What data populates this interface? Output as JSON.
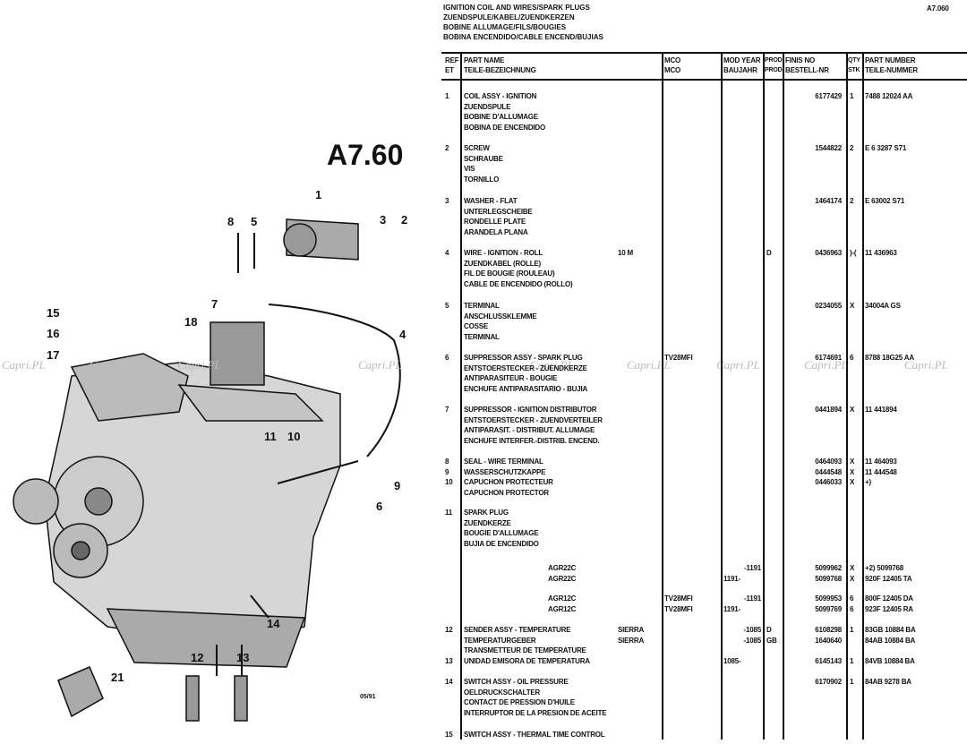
{
  "header": {
    "title_lines": [
      "IGNITION COIL AND WIRES/SPARK PLUGS",
      "ZUENDSPULE/KABEL/ZUENDKERZEN",
      "BOBINE ALLUMAGE/FILS/BOUGIES",
      "BOBINA ENCENDIDO/CABLE ENCEND/BUJIAS"
    ],
    "page_code": "A7.060"
  },
  "diagram": {
    "ref_code": "A7.60",
    "callouts": [
      "1",
      "2",
      "3",
      "4",
      "5",
      "6",
      "7",
      "8",
      "9",
      "10",
      "11",
      "12",
      "13",
      "14",
      "15",
      "16",
      "17",
      "18",
      "21"
    ],
    "watermark": "Capri.PL",
    "stamp": "05/91"
  },
  "columns": {
    "ref": [
      "REF",
      "ET"
    ],
    "name": [
      "PART NAME",
      "TEILE-BEZEICHNUNG"
    ],
    "mco": [
      "MCO",
      "MCO"
    ],
    "year": [
      "MOD YEAR",
      "BAUJAHR"
    ],
    "prod": [
      "PROD",
      "PROD"
    ],
    "fins": [
      "FINIS NO",
      "BESTELL-NR"
    ],
    "qty": [
      "QTY",
      "STK"
    ],
    "pn": [
      "PART NUMBER",
      "TEILE-NUMMER"
    ]
  },
  "entries": [
    {
      "lines": [
        {
          "ref": "1",
          "name": "COIL ASSY - IGNITION",
          "fins": "6177429",
          "qty": "1",
          "pn": "7488 12024 AA"
        },
        {
          "name": "ZUENDSPULE"
        },
        {
          "name": "BOBINE D'ALLUMAGE"
        },
        {
          "name": "BOBINA DE ENCENDIDO"
        }
      ]
    },
    {
      "lines": [
        {
          "ref": "2",
          "name": "SCREW",
          "fins": "1544822",
          "qty": "2",
          "pn": "E 6 3287 S71"
        },
        {
          "name": "SCHRAUBE"
        },
        {
          "name": "VIS"
        },
        {
          "name": "TORNILLO"
        }
      ]
    },
    {
      "lines": [
        {
          "ref": "3",
          "name": "WASHER - FLAT",
          "fins": "1464174",
          "qty": "2",
          "pn": "E 63002 S71"
        },
        {
          "name": "UNTERLEGSCHEIBE"
        },
        {
          "name": "RONDELLE PLATE"
        },
        {
          "name": "ARANDELA PLANA"
        }
      ]
    },
    {
      "lines": [
        {
          "ref": "4",
          "name": "WIRE - IGNITION - ROLL",
          "mco": "10 M",
          "prod": "D",
          "fins": "0436963",
          "qty": ")-(",
          "pn": "11 436963"
        },
        {
          "name": "ZUENDKABEL (ROLLE)"
        },
        {
          "name": "FIL DE BOUGIE (ROULEAU)"
        },
        {
          "name": "CABLE DE ENCENDIDO (ROLLO)"
        }
      ]
    },
    {
      "lines": [
        {
          "ref": "5",
          "name": "TERMINAL",
          "fins": "0234055",
          "qty": "X",
          "pn": "34004A GS"
        },
        {
          "name": "ANSCHLUSSKLEMME"
        },
        {
          "name": "COSSE"
        },
        {
          "name": "TERMINAL"
        }
      ]
    },
    {
      "lines": [
        {
          "ref": "6",
          "name": "SUPPRESSOR ASSY - SPARK PLUG",
          "mco2": "TV28MFI",
          "fins": "6174691",
          "qty": "6",
          "pn": "8788 18G25 AA"
        },
        {
          "name": "ENTSTOERSTECKER - ZUENDKERZE"
        },
        {
          "name": "ANTIPARASITEUR - BOUGIE"
        },
        {
          "name": "ENCHUFE ANTIPARASITARIO - BUJIA"
        }
      ]
    },
    {
      "lines": [
        {
          "ref": "7",
          "name": "SUPPRESSOR - IGNITION DISTRIBUTOR",
          "fins": "0441894",
          "qty": "X",
          "pn": "11 441894"
        },
        {
          "name": "ENTSTOERSTECKER - ZUENDVERTEILER"
        },
        {
          "name": "ANTIPARASIT. - DISTRIBUT. ALLUMAGE"
        },
        {
          "name": "ENCHUFE INTERFER.-DISTRIB. ENCEND."
        }
      ]
    },
    {
      "lines": [
        {
          "ref": "8",
          "name": "SEAL - WIRE TERMINAL",
          "fins": "0464093",
          "qty": "X",
          "pn": "11 464093"
        },
        {
          "ref": "9",
          "name": "WASSERSCHUTZKAPPE",
          "fins": "0444548",
          "qty": "X",
          "pn": "11 444548"
        },
        {
          "ref": "10",
          "name": "CAPUCHON PROTECTEUR",
          "fins": "0446033",
          "qty": "X",
          "pn": "+)"
        },
        {
          "name": "CAPUCHON PROTECTOR"
        }
      ]
    },
    {
      "lines": [
        {
          "ref": "11",
          "name": "SPARK PLUG"
        },
        {
          "name": "ZUENDKERZE"
        },
        {
          "name": "BOUGIE D'ALLUMAGE"
        },
        {
          "name": "BUJIA DE ENCENDIDO"
        }
      ]
    },
    {
      "lines": [
        {
          "variant": "AGR22C",
          "year_to": "-1191",
          "fins": "5099962",
          "qty": "X",
          "pn": "+2) 5099768"
        },
        {
          "variant": "AGR22C",
          "year_from": "1191-",
          "fins": "5099768",
          "qty": "X",
          "pn": "920F 12405 TA"
        }
      ]
    },
    {
      "lines": [
        {
          "variant": "AGR12C",
          "mco2": "TV28MFI",
          "year_to": "-1191",
          "fins": "5099953",
          "qty": "6",
          "pn": "800F 12405 DA"
        },
        {
          "variant": "AGR12C",
          "mco2": "TV28MFI",
          "year_from": "1191-",
          "fins": "5099769",
          "qty": "6",
          "pn": "923F 12405 RA"
        }
      ]
    },
    {
      "lines": [
        {
          "ref": "12",
          "name": "SENDER ASSY - TEMPERATURE",
          "mco": "SIERRA",
          "year_to": "-1085",
          "prod": "D",
          "fins": "6108298",
          "qty": "1",
          "pn": "83GB 10884 BA"
        },
        {
          "name": "TEMPERATURGEBER",
          "mco": "SIERRA",
          "year_to": "-1085",
          "prod": "GB",
          "fins": "1640640",
          "pn": "84AB 10884 BA"
        },
        {
          "name": "TRANSMETTEUR DE TEMPERATURE"
        }
      ]
    },
    {
      "lines": [
        {
          "ref": "13",
          "name": "UNIDAD EMISORA DE TEMPERATURA",
          "year_from": "1085-",
          "fins": "6145143",
          "qty": "1",
          "pn": "84VB 10884 BA"
        }
      ]
    },
    {
      "lines": [
        {
          "ref": "14",
          "name": "SWITCH ASSY - OIL PRESSURE",
          "fins": "6170902",
          "qty": "1",
          "pn": "84AB 9278 BA"
        },
        {
          "name": "OELDRUCKSCHALTER"
        },
        {
          "name": "CONTACT DE PRESSION D'HUILE"
        },
        {
          "name": "INTERRUPTOR DE LA PRESION DE ACEITE"
        }
      ]
    },
    {
      "lines": [
        {
          "ref": "15",
          "name": "SWITCH ASSY - THERMAL TIME CONTROL"
        }
      ]
    }
  ]
}
